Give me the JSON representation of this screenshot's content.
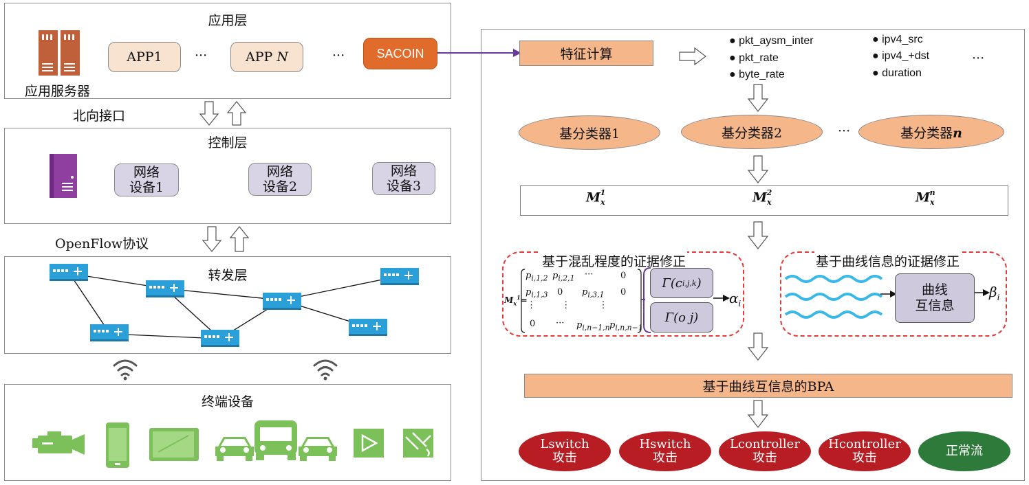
{
  "left": {
    "app_layer": {
      "title": "应用层",
      "server_label": "应用服务器",
      "apps": [
        "APP1",
        "APP N",
        "SACOIN"
      ],
      "ellipsis": "···"
    },
    "northbound": "北向接口",
    "control_layer": {
      "title": "控制层",
      "devices": [
        {
          "line1": "网络",
          "line2": "设备1"
        },
        {
          "line1": "网络",
          "line2": "设备2"
        },
        {
          "line1": "网络",
          "line2": "设备3"
        }
      ]
    },
    "openflow": "OpenFlow协议",
    "forward_layer": {
      "title": "转发层"
    },
    "terminal_layer": {
      "title": "终端设备"
    }
  },
  "right": {
    "feature_calc": "特征计算",
    "features": [
      "pkt_aysm_inter",
      "pkt_rate",
      "byte_rate",
      "ipv4_src",
      "ipv4_+dst",
      "duration"
    ],
    "feature_ellipsis": "···",
    "classifiers": [
      "基分类器1",
      "基分类器2",
      "基分类器n"
    ],
    "classifier_ellipsis": "···",
    "matrices": [
      "1",
      "2",
      "n"
    ],
    "confusion_box": {
      "title": "基于混乱程度的证据修正",
      "gamma1": "Γ(c",
      "gamma1_sub": "i,j,k",
      "gamma2": "Γ(o  j)",
      "alpha": "α",
      "alpha_sub": "i"
    },
    "curve_box": {
      "title": "基于曲线信息的证据修正",
      "mi_line1": "曲线",
      "mi_line2": "互信息",
      "beta": "β",
      "beta_sub": "i"
    },
    "bpa": "基于曲线互信息的BPA",
    "outputs": [
      {
        "line1": "Lswitch",
        "line2": "攻击",
        "color": "#b71d22"
      },
      {
        "line1": "Hswitch",
        "line2": "攻击",
        "color": "#b71d22"
      },
      {
        "line1": "Lcontroller",
        "line2": "攻击",
        "color": "#b71d22"
      },
      {
        "line1": "Hcontroller",
        "line2": "攻击",
        "color": "#b71d22"
      },
      {
        "line1": "正常流",
        "line2": "",
        "color": "#2d7a3a"
      }
    ]
  },
  "colors": {
    "orange": "#f5b68a",
    "sacoin": "#e06b2a",
    "purple_arrow": "#6a3a9a",
    "switch_blue": "#2a9fd8",
    "terminal_green": "#7cc05a",
    "server_brown": "#c0603a",
    "controller_purple": "#8e3fa0",
    "wave_blue": "#37b8e6",
    "dash_red": "#e23b3b"
  }
}
